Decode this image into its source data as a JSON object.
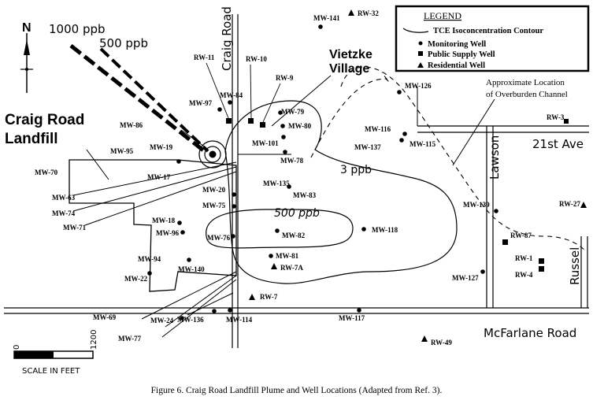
{
  "compass_letter": "N",
  "flow_labels": {
    "high": "1000 ppb",
    "low": "500 ppb"
  },
  "roads": {
    "craig": "Craig Road",
    "lawson": "Lawson",
    "mcfarlane": "McFarlane Road",
    "ave21": "21st Ave",
    "russel": "Russel"
  },
  "areas": {
    "landfill_1": "Craig Road",
    "landfill_2": "Landfill",
    "village_1": "Vietzke",
    "village_2": "Village",
    "channel_1": "Approximate Location",
    "channel_2": "of Overburden Channel"
  },
  "contours": {
    "c3": "3 ppb",
    "c500": "500 ppb"
  },
  "legend": {
    "title": "LEGEND",
    "items": [
      {
        "symbol": "dash-line",
        "label": "TCE Isoconcentration Contour"
      },
      {
        "symbol": "dot",
        "label": "Monitoring Well"
      },
      {
        "symbol": "square",
        "label": "Public Supply Well"
      },
      {
        "symbol": "triangle",
        "label": "Residential Well"
      }
    ]
  },
  "scale": {
    "zero": "0",
    "max": "1200",
    "text": "SCALE IN FEET"
  },
  "wells": {
    "monitoring": [
      "MW-141",
      "MW-126",
      "MW-97",
      "MW-84",
      "MW-79",
      "MW-80",
      "MW-101",
      "MW-78",
      "MW-95",
      "MW-19",
      "MW-70",
      "MW-17",
      "MW-116",
      "MW-115",
      "MW-137",
      "MW-135",
      "MW-83",
      "MW-20",
      "MW-75",
      "MW-18",
      "MW-96",
      "MW-76",
      "MW-82",
      "MW-118",
      "MW-139",
      "MW-94",
      "MW-22",
      "MW-140",
      "MW-81",
      "MW-127",
      "MW-69",
      "MW-24",
      "MW-136",
      "MW-114",
      "MW-117",
      "MW-77",
      "MW-86",
      "MW-63",
      "MW-74",
      "MW-71"
    ],
    "public": [
      "RW-11",
      "RW-10",
      "RW-9",
      "RW-3",
      "RW-87",
      "RW-1",
      "RW-4"
    ],
    "residential": [
      "RW-32",
      "RW-27",
      "RW-7A",
      "RW-7",
      "RW-49"
    ]
  },
  "caption": "Figure 6.  Craig Road Landfill Plume and Well Locations (Adapted from Ref.  3)."
}
